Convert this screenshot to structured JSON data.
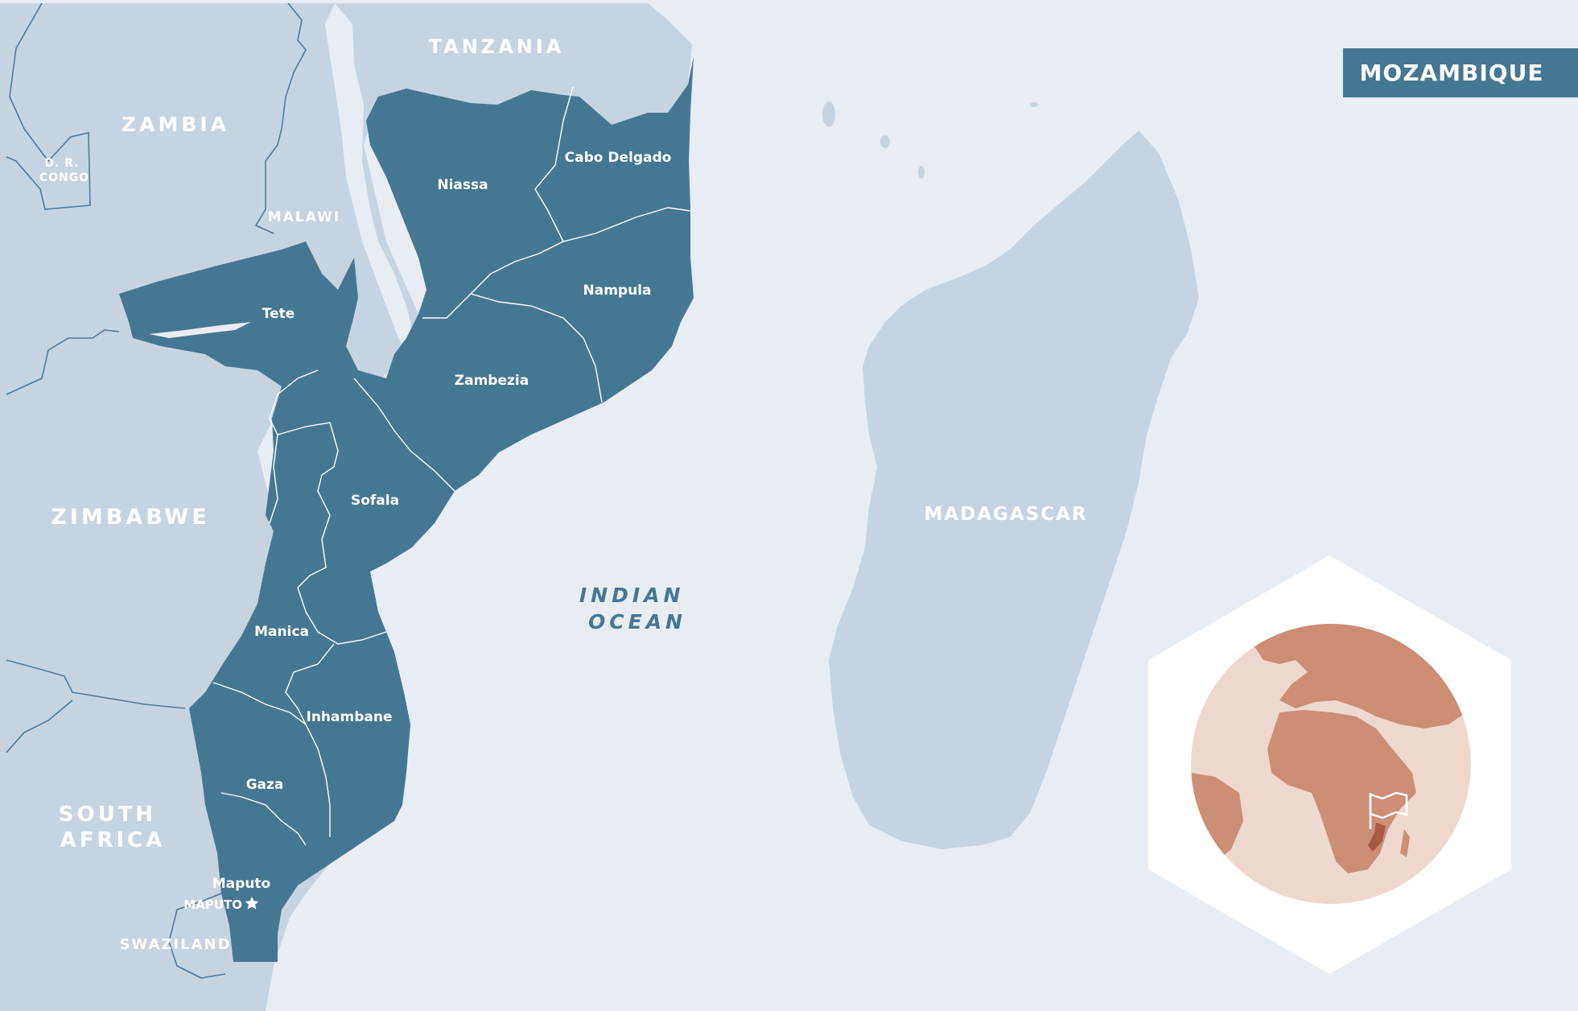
{
  "title": "MOZAMBIQUE",
  "colors": {
    "ocean": "#e8edf4",
    "land": "#c6d4e1",
    "mozambique": "#457793",
    "border": "#4a7ba0",
    "title_bg": "#457793",
    "globe_ocean": "#eed8cd",
    "globe_land": "#cc8e75",
    "globe_highlight": "#a85a45",
    "hexagon": "#ffffff"
  },
  "countries": [
    {
      "id": "zambia",
      "lines": [
        "ZAMBIA"
      ]
    },
    {
      "id": "dr-congo",
      "lines": [
        "D. R.",
        "CONGO"
      ]
    },
    {
      "id": "tanzania",
      "lines": [
        "TANZANIA"
      ]
    },
    {
      "id": "malawi",
      "lines": [
        "MALAWI"
      ]
    },
    {
      "id": "zimbabwe",
      "lines": [
        "ZIMBABWE"
      ]
    },
    {
      "id": "south-africa",
      "lines": [
        "SOUTH",
        "AFRICA"
      ]
    },
    {
      "id": "swaziland",
      "lines": [
        "SWAZILAND"
      ]
    },
    {
      "id": "madagascar",
      "lines": [
        "MADAGASCAR"
      ]
    }
  ],
  "provinces": [
    "Niassa",
    "Cabo Delgado",
    "Nampula",
    "Tete",
    "Zambezia",
    "Sofala",
    "Manica",
    "Inhambane",
    "Gaza",
    "Maputo"
  ],
  "capital": {
    "label": "MAPUTO",
    "icon": "star-icon"
  },
  "ocean": {
    "lines": [
      "INDIAN",
      "OCEAN"
    ]
  },
  "inset": {
    "icon": "flag-icon",
    "shape": "hexagon",
    "content": "globe"
  }
}
